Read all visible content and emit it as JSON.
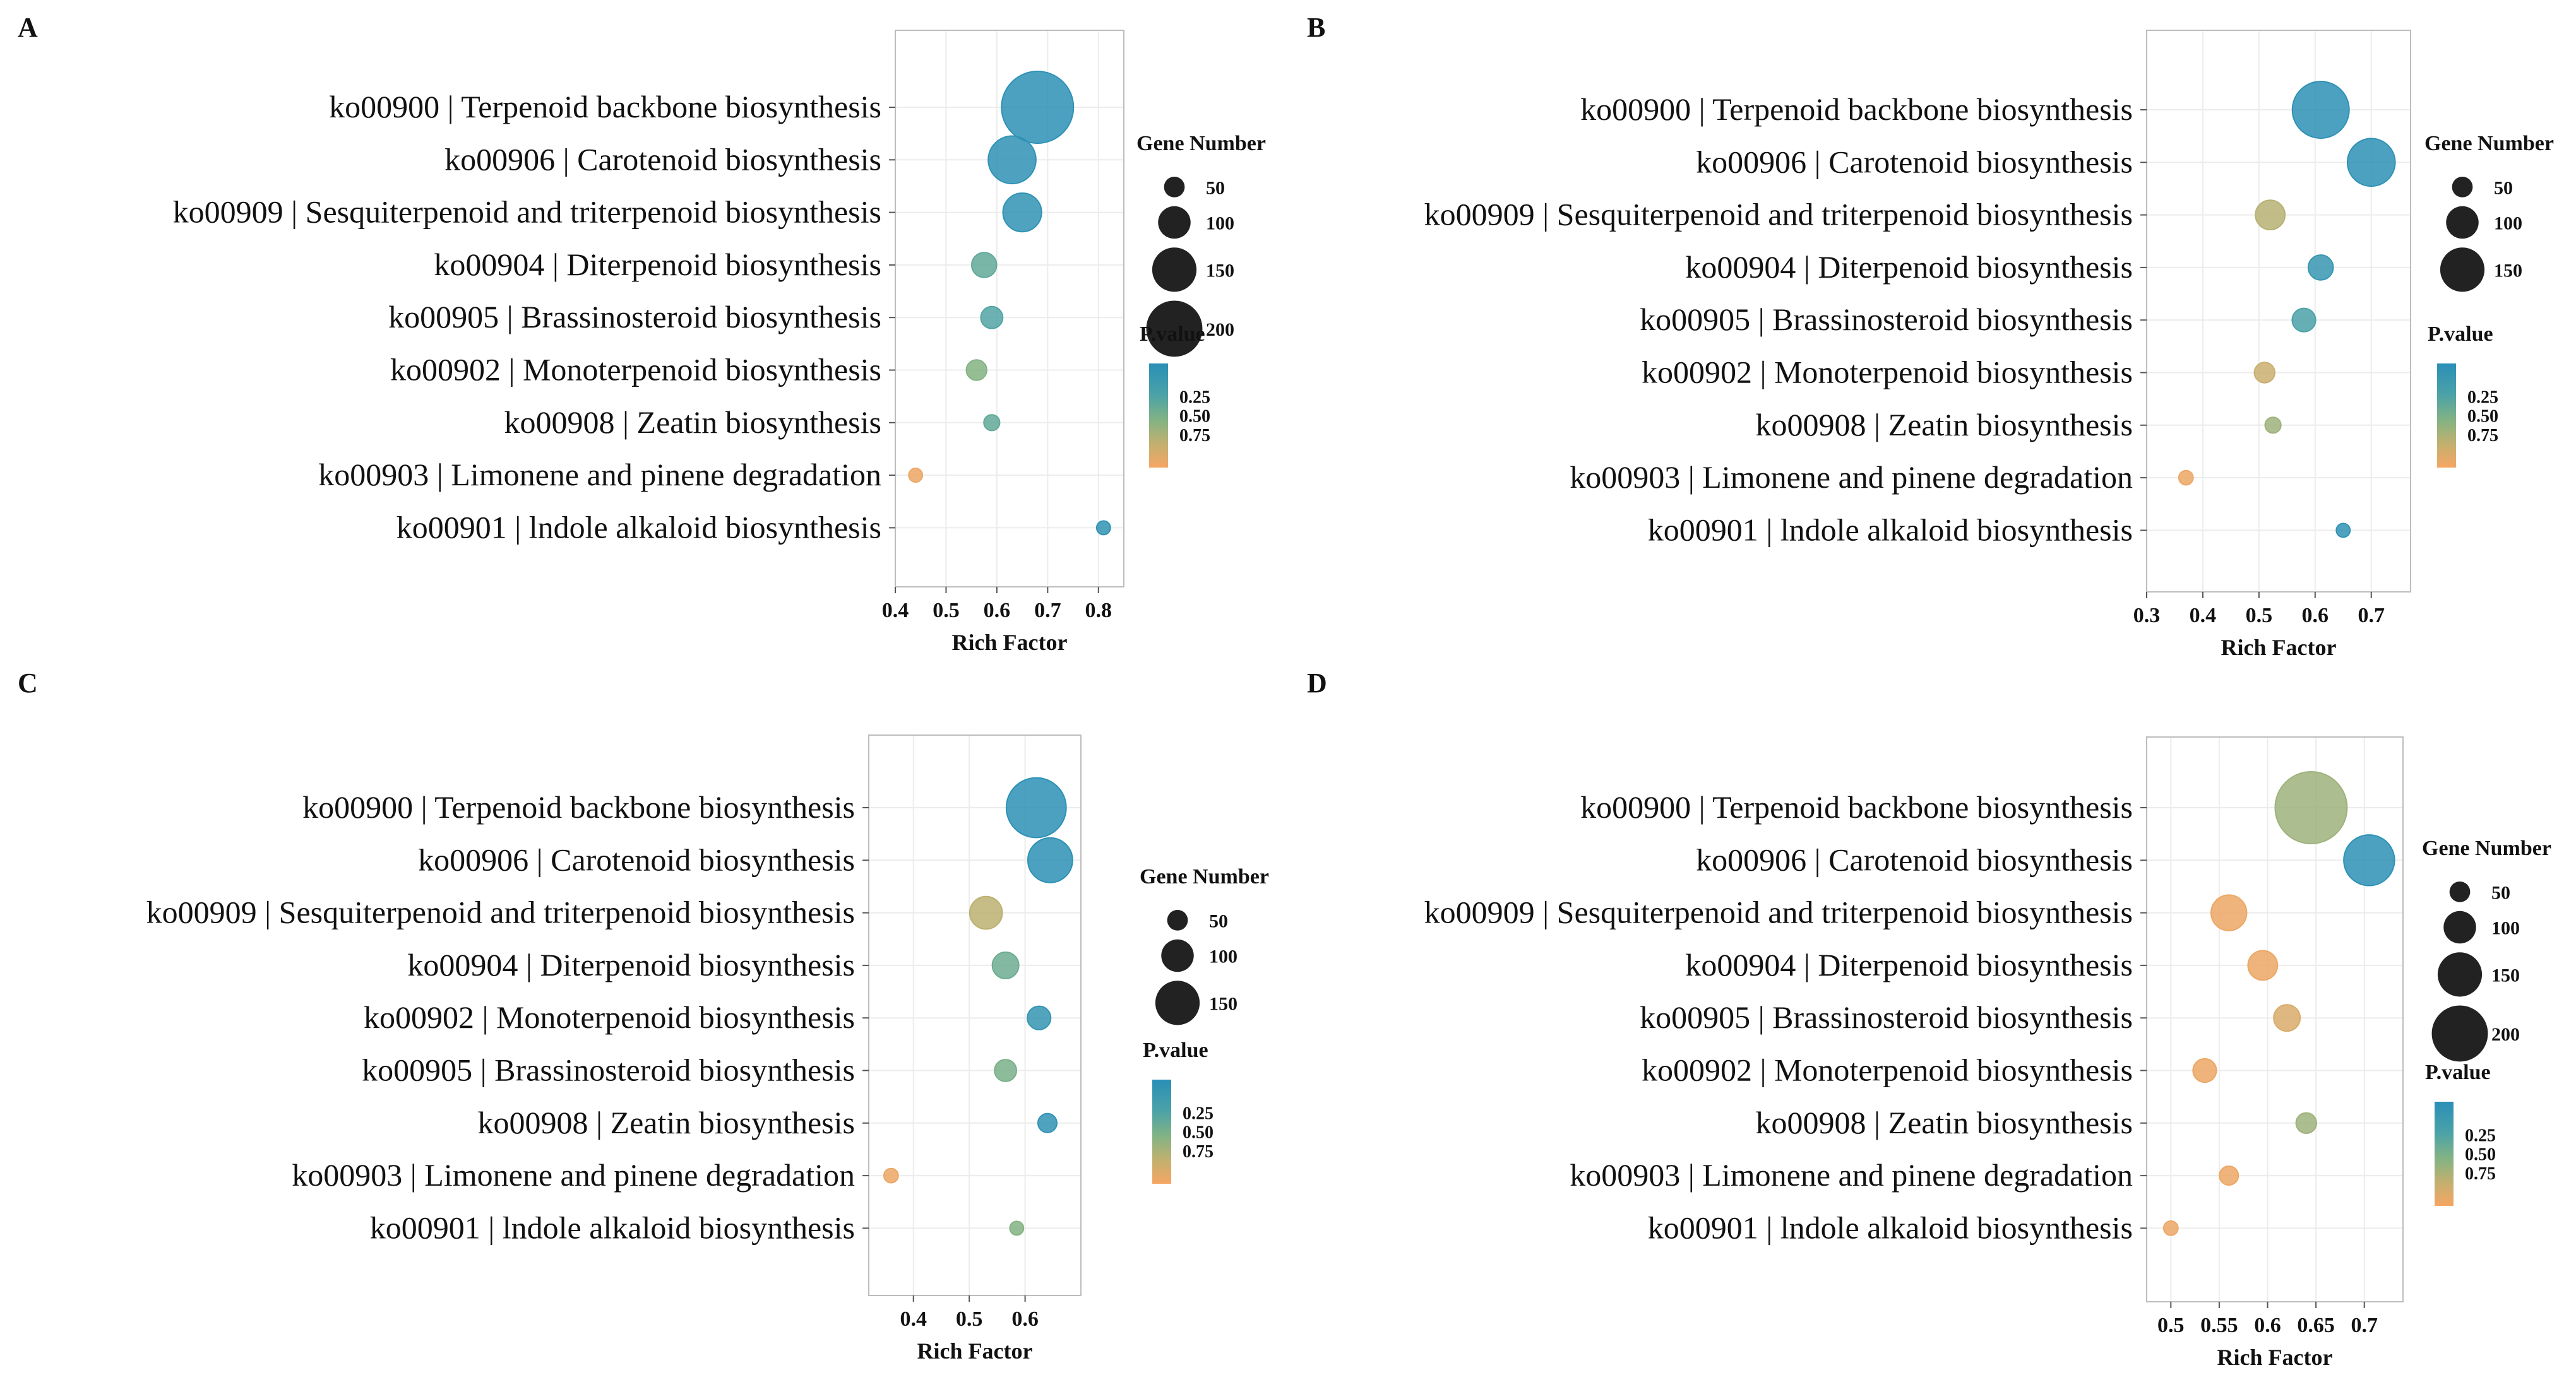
{
  "figure": {
    "panels_order": [
      "A",
      "B",
      "C",
      "D"
    ]
  },
  "legend_text": {
    "size_title": "Gene Number",
    "color_title": "P.value"
  },
  "colors": {
    "gradient": [
      "#2a8fb7",
      "#4ba2a8",
      "#84b383",
      "#c4b06f",
      "#f6a563"
    ],
    "panel_border": "#bdbdbd",
    "grid": "#ececec",
    "text": "#111111"
  },
  "chart_data": [
    {
      "panel": "A",
      "type": "scatter",
      "xlabel": "Rich Factor",
      "xlim": [
        0.4,
        0.85
      ],
      "xticks": [
        0.4,
        0.5,
        0.6,
        0.7,
        0.8
      ],
      "xtick_labels": [
        "0.4",
        "0.5",
        "0.6",
        "0.7",
        "0.8"
      ],
      "size_legend": {
        "values": [
          50,
          100,
          150,
          200
        ],
        "labels": [
          "50",
          "100",
          "150",
          "200"
        ]
      },
      "color_legend": {
        "ticks": [
          0.25,
          0.5,
          0.75
        ],
        "labels": [
          "0.25",
          "0.50",
          "0.75"
        ]
      },
      "points": [
        {
          "pathway": "ko00900 | Terpenoid backbone biosynthesis",
          "rich_factor": 0.68,
          "gene_number": 200,
          "p_value": 0.02
        },
        {
          "pathway": "ko00906 | Carotenoid biosynthesis",
          "rich_factor": 0.63,
          "gene_number": 120,
          "p_value": 0.04
        },
        {
          "pathway": "ko00909 | Sesquiterpenoid and triterpenoid biosynthesis",
          "rich_factor": 0.65,
          "gene_number": 90,
          "p_value": 0.05
        },
        {
          "pathway": "ko00904 | Diterpenoid biosynthesis",
          "rich_factor": 0.575,
          "gene_number": 45,
          "p_value": 0.35
        },
        {
          "pathway": "ko00905 | Brassinosteroid biosynthesis",
          "rich_factor": 0.59,
          "gene_number": 35,
          "p_value": 0.28
        },
        {
          "pathway": "ko00902 | Monoterpenoid biosynthesis",
          "rich_factor": 0.56,
          "gene_number": 30,
          "p_value": 0.5
        },
        {
          "pathway": "ko00908 | Zeatin biosynthesis",
          "rich_factor": 0.59,
          "gene_number": 15,
          "p_value": 0.35
        },
        {
          "pathway": "ko00903 | Limonene and pinene degradation",
          "rich_factor": 0.44,
          "gene_number": 8,
          "p_value": 0.95
        },
        {
          "pathway": "ko00901 | lndole alkaloid biosynthesis",
          "rich_factor": 0.81,
          "gene_number": 8,
          "p_value": 0.05
        }
      ]
    },
    {
      "panel": "B",
      "type": "scatter",
      "xlabel": "Rich Factor",
      "xlim": [
        0.3,
        0.77
      ],
      "xticks": [
        0.3,
        0.4,
        0.5,
        0.6,
        0.7
      ],
      "xtick_labels": [
        "0.3",
        "0.4",
        "0.5",
        "0.6",
        "0.7"
      ],
      "size_legend": {
        "values": [
          50,
          100,
          150
        ],
        "labels": [
          "50",
          "100",
          "150"
        ]
      },
      "color_legend": {
        "ticks": [
          0.25,
          0.5,
          0.75
        ],
        "labels": [
          "0.25",
          "0.50",
          "0.75"
        ]
      },
      "points": [
        {
          "pathway": "ko00900 | Terpenoid backbone biosynthesis",
          "rich_factor": 0.61,
          "gene_number": 150,
          "p_value": 0.03
        },
        {
          "pathway": "ko00906 | Carotenoid biosynthesis",
          "rich_factor": 0.7,
          "gene_number": 120,
          "p_value": 0.03
        },
        {
          "pathway": "ko00909 | Sesquiterpenoid and triterpenoid biosynthesis",
          "rich_factor": 0.52,
          "gene_number": 60,
          "p_value": 0.7
        },
        {
          "pathway": "ko00904 | Diterpenoid biosynthesis",
          "rich_factor": 0.61,
          "gene_number": 45,
          "p_value": 0.1
        },
        {
          "pathway": "ko00905 | Brassinosteroid biosynthesis",
          "rich_factor": 0.58,
          "gene_number": 40,
          "p_value": 0.25
        },
        {
          "pathway": "ko00902 | Monoterpenoid biosynthesis",
          "rich_factor": 0.51,
          "gene_number": 30,
          "p_value": 0.78
        },
        {
          "pathway": "ko00908 | Zeatin biosynthesis",
          "rich_factor": 0.525,
          "gene_number": 15,
          "p_value": 0.6
        },
        {
          "pathway": "ko00903 | Limonene and pinene degradation",
          "rich_factor": 0.37,
          "gene_number": 10,
          "p_value": 0.95
        },
        {
          "pathway": "ko00901 | lndole alkaloid biosynthesis",
          "rich_factor": 0.65,
          "gene_number": 8,
          "p_value": 0.05
        }
      ]
    },
    {
      "panel": "C",
      "type": "scatter",
      "xlabel": "Rich Factor",
      "xlim": [
        0.32,
        0.7
      ],
      "xticks": [
        0.4,
        0.5,
        0.6
      ],
      "xtick_labels": [
        "0.4",
        "0.5",
        "0.6"
      ],
      "size_legend": {
        "values": [
          50,
          100,
          150
        ],
        "labels": [
          "50",
          "100",
          "150"
        ]
      },
      "color_legend": {
        "ticks": [
          0.25,
          0.5,
          0.75
        ],
        "labels": [
          "0.25",
          "0.50",
          "0.75"
        ]
      },
      "points": [
        {
          "pathway": "ko00900 | Terpenoid backbone biosynthesis",
          "rich_factor": 0.62,
          "gene_number": 160,
          "p_value": 0.02
        },
        {
          "pathway": "ko00906 | Carotenoid biosynthesis",
          "rich_factor": 0.645,
          "gene_number": 110,
          "p_value": 0.03
        },
        {
          "pathway": "ko00909 | Sesquiterpenoid and triterpenoid biosynthesis",
          "rich_factor": 0.53,
          "gene_number": 70,
          "p_value": 0.72
        },
        {
          "pathway": "ko00904 | Diterpenoid biosynthesis",
          "rich_factor": 0.565,
          "gene_number": 50,
          "p_value": 0.4
        },
        {
          "pathway": "ko00902 | Monoterpenoid biosynthesis",
          "rich_factor": 0.625,
          "gene_number": 40,
          "p_value": 0.08
        },
        {
          "pathway": "ko00905 | Brassinosteroid biosynthesis",
          "rich_factor": 0.565,
          "gene_number": 35,
          "p_value": 0.45
        },
        {
          "pathway": "ko00908 | Zeatin biosynthesis",
          "rich_factor": 0.64,
          "gene_number": 25,
          "p_value": 0.05
        },
        {
          "pathway": "ko00903 | Limonene and pinene degradation",
          "rich_factor": 0.36,
          "gene_number": 10,
          "p_value": 0.95
        },
        {
          "pathway": "ko00901 | lndole alkaloid biosynthesis",
          "rich_factor": 0.585,
          "gene_number": 8,
          "p_value": 0.5
        }
      ]
    },
    {
      "panel": "D",
      "type": "scatter",
      "xlabel": "Rich Factor",
      "xlim": [
        0.475,
        0.74
      ],
      "xticks": [
        0.5,
        0.55,
        0.6,
        0.65,
        0.7
      ],
      "xtick_labels": [
        "0.5",
        "0.55",
        "0.6",
        "0.65",
        "0.7"
      ],
      "size_legend": {
        "values": [
          50,
          100,
          150,
          200
        ],
        "labels": [
          "50",
          "100",
          "150",
          "200"
        ]
      },
      "color_legend": {
        "ticks": [
          0.25,
          0.5,
          0.75
        ],
        "labels": [
          "0.25",
          "0.50",
          "0.75"
        ]
      },
      "points": [
        {
          "pathway": "ko00900 | Terpenoid backbone biosynthesis",
          "rich_factor": 0.645,
          "gene_number": 200,
          "p_value": 0.6
        },
        {
          "pathway": "ko00906 | Carotenoid biosynthesis",
          "rich_factor": 0.705,
          "gene_number": 130,
          "p_value": 0.03
        },
        {
          "pathway": "ko00909 | Sesquiterpenoid and triterpenoid biosynthesis",
          "rich_factor": 0.56,
          "gene_number": 80,
          "p_value": 0.95
        },
        {
          "pathway": "ko00904 | Diterpenoid biosynthesis",
          "rich_factor": 0.595,
          "gene_number": 60,
          "p_value": 0.95
        },
        {
          "pathway": "ko00905 | Brassinosteroid biosynthesis",
          "rich_factor": 0.62,
          "gene_number": 50,
          "p_value": 0.85
        },
        {
          "pathway": "ko00902 | Monoterpenoid biosynthesis",
          "rich_factor": 0.535,
          "gene_number": 40,
          "p_value": 0.95
        },
        {
          "pathway": "ko00908 | Zeatin biosynthesis",
          "rich_factor": 0.64,
          "gene_number": 30,
          "p_value": 0.6
        },
        {
          "pathway": "ko00903 | Limonene and pinene degradation",
          "rich_factor": 0.56,
          "gene_number": 25,
          "p_value": 0.95
        },
        {
          "pathway": "ko00901 | lndole alkaloid biosynthesis",
          "rich_factor": 0.5,
          "gene_number": 10,
          "p_value": 0.95
        }
      ]
    }
  ]
}
